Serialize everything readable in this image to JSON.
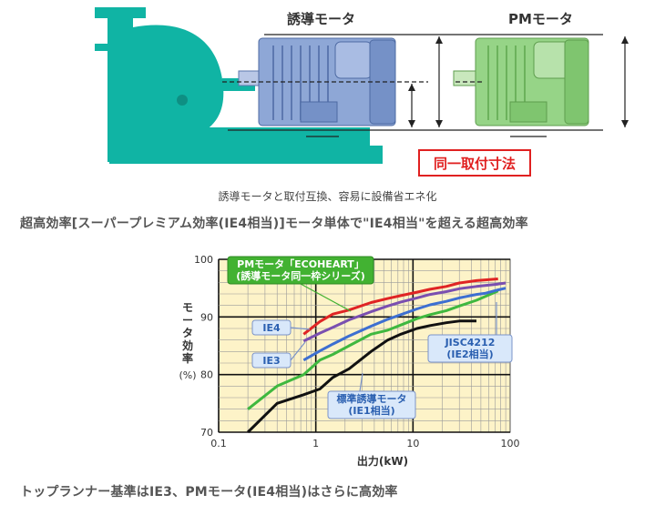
{
  "illustration": {
    "induction_motor_label": "誘導モータ",
    "pm_motor_label": "PMモータ",
    "same_dimension_label": "同一取付寸法",
    "colors": {
      "pump": "#10b4a4",
      "induction_motor": "#7d97c8",
      "pm_motor": "#8fcf7f",
      "callout": "#e02020"
    }
  },
  "caption": "誘導モータと取付互換、容易に設備省エネ化",
  "heading_top": "超高効率[スーパープレミアム効率(IE4相当)]モータ単体で\"IE4相当\"を超える超高効率",
  "heading_bottom": "トップランナー基準はIE3、PMモータ(IE4相当)はさらに高効率",
  "chart_data": {
    "type": "line",
    "xscale": "log",
    "xlim": [
      0.1,
      100
    ],
    "ylim": [
      70,
      100
    ],
    "xticks": [
      "0.1",
      "1",
      "10",
      "100"
    ],
    "yticks": [
      "70",
      "80",
      "90",
      "100"
    ],
    "xlabel": "出力(kW)",
    "ylabel_lines": [
      "モ",
      "ー",
      "タ",
      "効",
      "率",
      "(%)"
    ],
    "grid": true,
    "background": "#fdf3c8",
    "series": [
      {
        "color": "#111111",
        "points": [
          [
            0.2,
            70
          ],
          [
            0.4,
            75
          ],
          [
            0.75,
            76.5
          ],
          [
            1.1,
            77.5
          ],
          [
            1.5,
            79.5
          ],
          [
            2.2,
            81
          ],
          [
            3.7,
            84
          ],
          [
            5.5,
            86
          ],
          [
            7.5,
            87
          ],
          [
            11,
            88
          ],
          [
            15,
            88.5
          ],
          [
            22,
            89
          ],
          [
            30,
            89.3
          ],
          [
            45,
            89.3
          ]
        ]
      },
      {
        "color": "#3fb83f",
        "points": [
          [
            0.2,
            74
          ],
          [
            0.4,
            78
          ],
          [
            0.75,
            80
          ],
          [
            1.1,
            82.5
          ],
          [
            1.5,
            83.5
          ],
          [
            2.2,
            85
          ],
          [
            3.7,
            87
          ],
          [
            5.5,
            87.7
          ],
          [
            7.5,
            88.6
          ],
          [
            11,
            89.7
          ],
          [
            15,
            90.4
          ],
          [
            22,
            91.1
          ],
          [
            30,
            91.9
          ],
          [
            45,
            92.9
          ],
          [
            75,
            94.5
          ]
        ]
      },
      {
        "color": "#3d6fd1",
        "points": [
          [
            0.75,
            82.5
          ],
          [
            1.1,
            84.1
          ],
          [
            1.5,
            85.3
          ],
          [
            2.2,
            86.7
          ],
          [
            3.7,
            88.4
          ],
          [
            5.5,
            89.6
          ],
          [
            7.5,
            90.4
          ],
          [
            11,
            91.4
          ],
          [
            15,
            92.1
          ],
          [
            22,
            92.7
          ],
          [
            30,
            93.3
          ],
          [
            45,
            93.9
          ],
          [
            55,
            94.1
          ],
          [
            75,
            94.7
          ],
          [
            90,
            95
          ]
        ]
      },
      {
        "color": "#7a4fb0",
        "points": [
          [
            0.75,
            85.8
          ],
          [
            1.1,
            87.2
          ],
          [
            1.5,
            88.2
          ],
          [
            2.2,
            89.5
          ],
          [
            3.7,
            90.9
          ],
          [
            5.5,
            91.9
          ],
          [
            7.5,
            92.6
          ],
          [
            11,
            93.3
          ],
          [
            15,
            93.9
          ],
          [
            22,
            94.4
          ],
          [
            30,
            94.9
          ],
          [
            45,
            95.3
          ],
          [
            75,
            95.7
          ],
          [
            90,
            95.9
          ]
        ]
      },
      {
        "color": "#e02424",
        "points": [
          [
            0.75,
            87
          ],
          [
            1.1,
            89.2
          ],
          [
            1.5,
            90.5
          ],
          [
            2.2,
            91.2
          ],
          [
            3.7,
            92.5
          ],
          [
            5.5,
            93.2
          ],
          [
            7.5,
            93.7
          ],
          [
            11,
            94.3
          ],
          [
            15,
            94.8
          ],
          [
            22,
            95.3
          ],
          [
            30,
            95.9
          ],
          [
            45,
            96.3
          ],
          [
            75,
            96.6
          ]
        ]
      }
    ],
    "annotations": [
      {
        "lines": [
          "PMモータ「ECOHEART」",
          "(誘導モータ同一枠シリーズ)"
        ],
        "fill": "#42b232",
        "text_color": "#ffffff"
      },
      {
        "lines": [
          "IE4"
        ],
        "fill": "#d9e8fa",
        "text_color": "#2a5fb0"
      },
      {
        "lines": [
          "IE3"
        ],
        "fill": "#d9e8fa",
        "text_color": "#2a5fb0"
      },
      {
        "lines": [
          "標準誘導モータ",
          "(IE1相当)"
        ],
        "fill": "#d9e8fa",
        "text_color": "#2a5fb0"
      },
      {
        "lines": [
          "JISC4212",
          "(IE2相当)"
        ],
        "fill": "#d9e8fa",
        "text_color": "#2a5fb0"
      }
    ]
  }
}
